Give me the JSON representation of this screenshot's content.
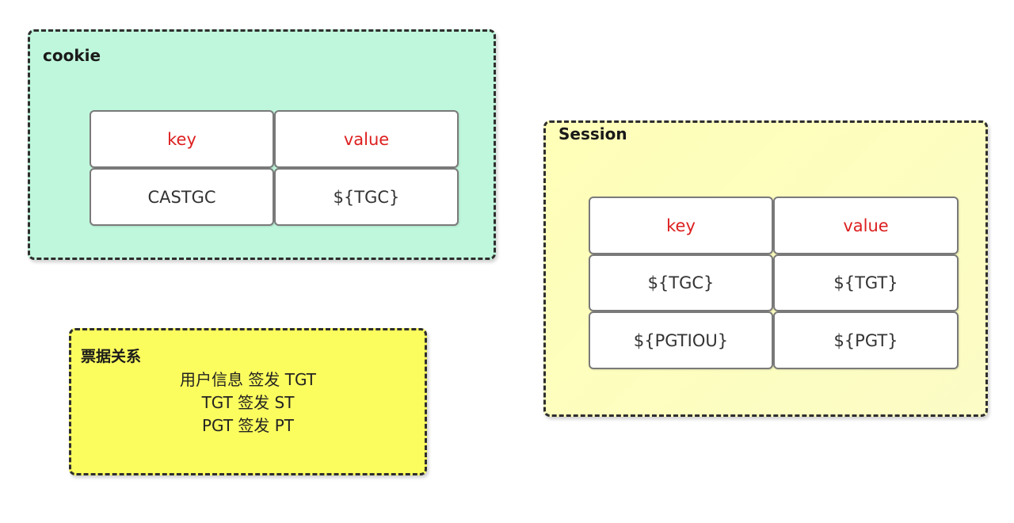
{
  "cookie": {
    "title": "cookie",
    "table": {
      "headers": [
        "key",
        "value"
      ],
      "rows": [
        [
          "CASTGC",
          "${TGC}"
        ]
      ]
    }
  },
  "session": {
    "title": "Session",
    "table": {
      "headers": [
        "key",
        "value"
      ],
      "rows": [
        [
          "${TGC}",
          "${TGT}"
        ],
        [
          "${PGTIOU}",
          "${PGT}"
        ]
      ]
    }
  },
  "ticket_relation": {
    "title": "票据关系",
    "lines": [
      "用户信息 签发 TGT",
      "TGT 签发 ST",
      "PGT 签发 PT"
    ]
  },
  "colors": {
    "cookie_bg": "#bff7dc",
    "session_bg": "#ffffb8",
    "ticket_bg": "#fbfc5e",
    "header_text": "#dd1f1f"
  }
}
